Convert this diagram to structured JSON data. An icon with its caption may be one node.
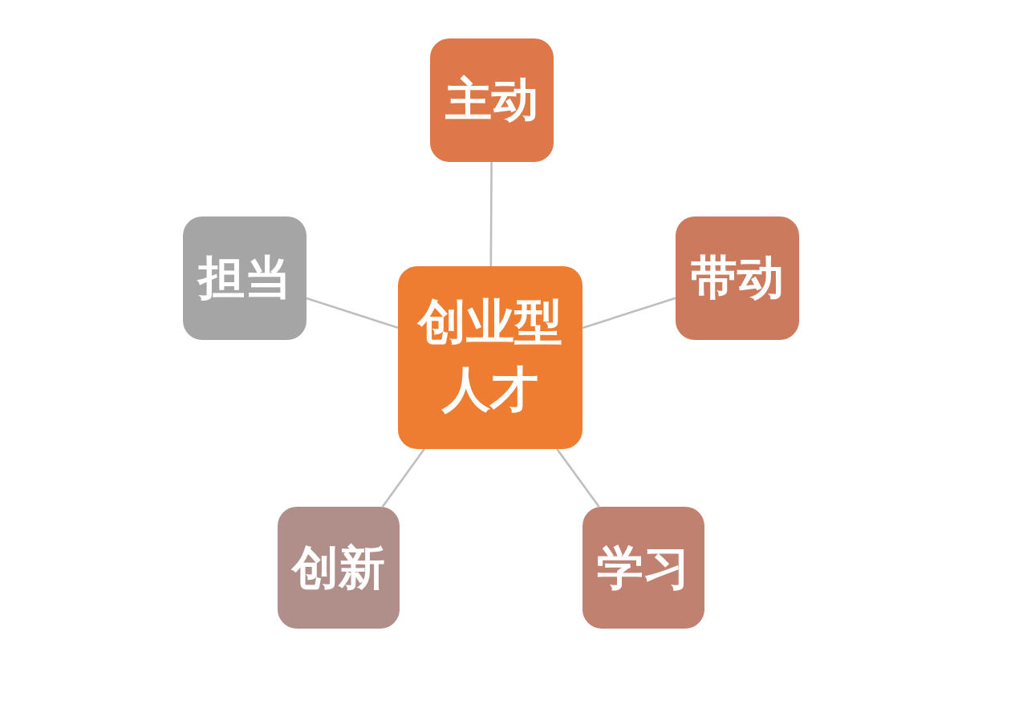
{
  "diagram": {
    "nodes": [
      {
        "text": [
          "主动"
        ]
      },
      {
        "text": [
          "担当"
        ]
      },
      {
        "text": [
          "带动"
        ]
      },
      {
        "text": [
          "创业型人才"
        ]
      },
      {
        "text": [
          "创新"
        ]
      },
      {
        "text": [
          "学习"
        ]
      }
    ],
    "edges": [
      {
        "from": 3,
        "to": 0,
        "arrow": "none"
      },
      {
        "from": 3,
        "to": 1,
        "arrow": "none"
      },
      {
        "from": 3,
        "to": 2,
        "arrow": "none"
      },
      {
        "from": 3,
        "to": 4,
        "arrow": "none"
      },
      {
        "from": 3,
        "to": 5,
        "arrow": "none"
      }
    ]
  }
}
